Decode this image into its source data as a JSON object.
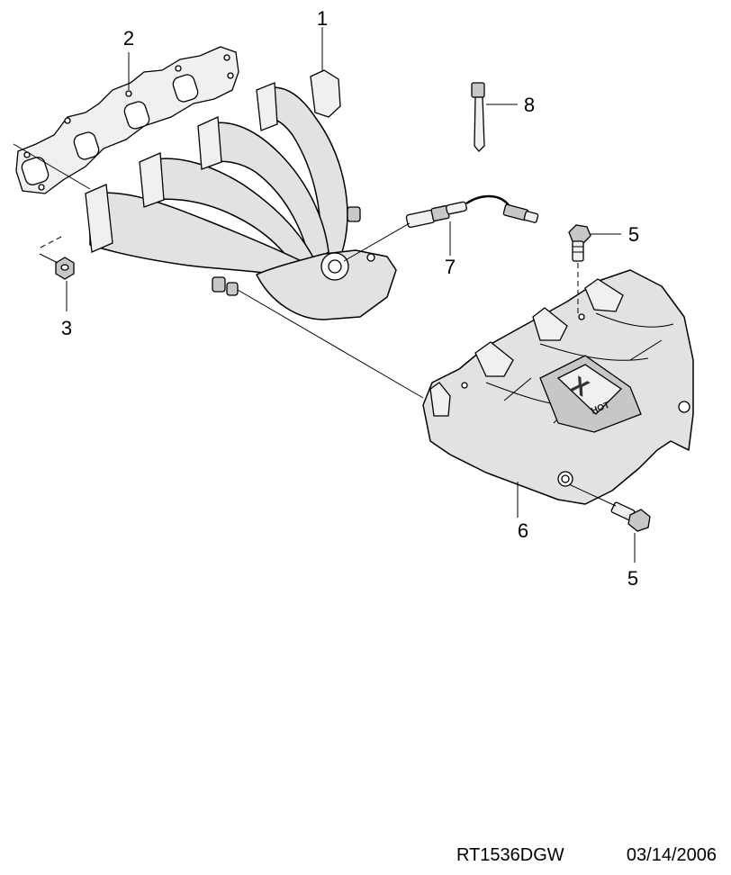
{
  "callouts": {
    "c1": "1",
    "c2": "2",
    "c3": "3",
    "c5a": "5",
    "c5b": "5",
    "c6": "6",
    "c7": "7",
    "c8": "8"
  },
  "heat_shield_logo": {
    "symbol": "X",
    "warning_text": "HOT"
  },
  "footer": {
    "drawing_number": "RT1536DGW",
    "date": "03/14/2006"
  }
}
